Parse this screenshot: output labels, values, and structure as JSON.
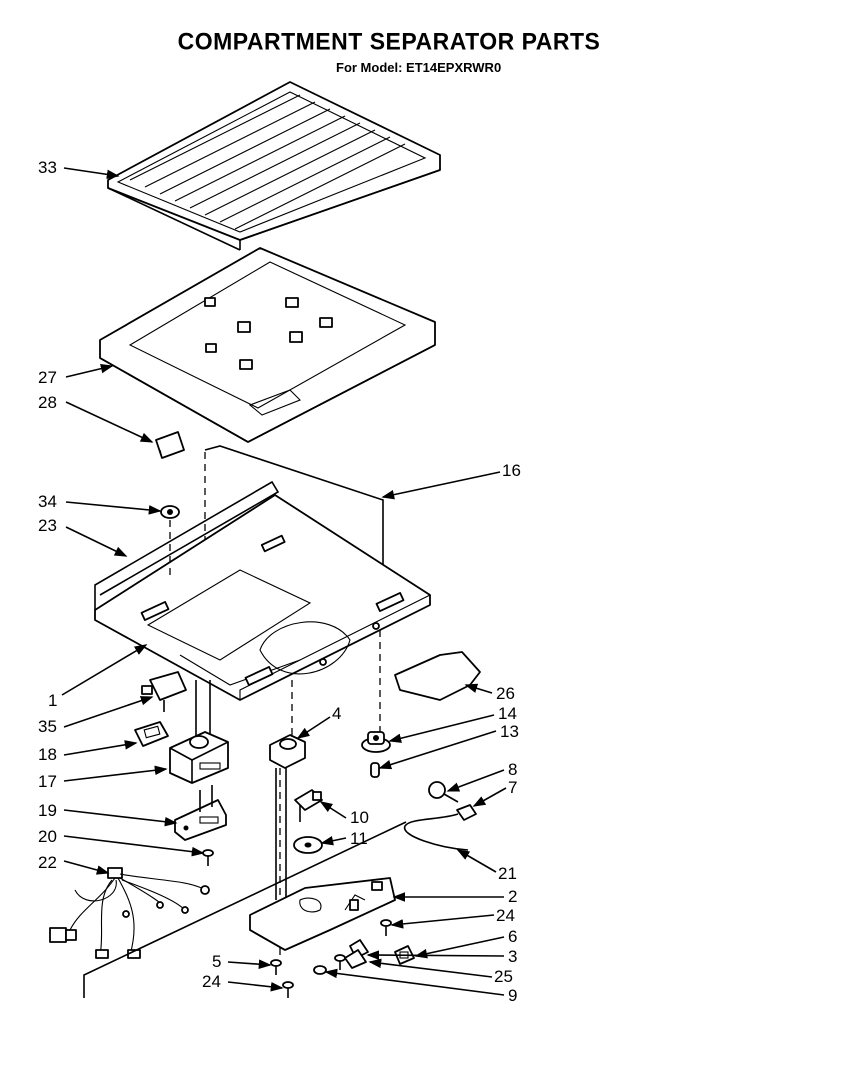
{
  "header": {
    "title": "COMPARTMENT SEPARATOR PARTS",
    "model_line": "For Model: ET14EPXRWR0"
  },
  "callouts": {
    "c33": "33",
    "c27": "27",
    "c28": "28",
    "c16": "16",
    "c34": "34",
    "c23": "23",
    "c1": "1",
    "c26": "26",
    "c35": "35",
    "c4": "4",
    "c14": "14",
    "c13": "13",
    "c18": "18",
    "c17": "17",
    "c8": "8",
    "c7": "7",
    "c19": "19",
    "c10": "10",
    "c20": "20",
    "c11": "11",
    "c22": "22",
    "c21": "21",
    "c2": "2",
    "c24a": "24",
    "c6": "6",
    "c5": "5",
    "c3": "3",
    "c25": "25",
    "c24b": "24",
    "c9": "9"
  }
}
